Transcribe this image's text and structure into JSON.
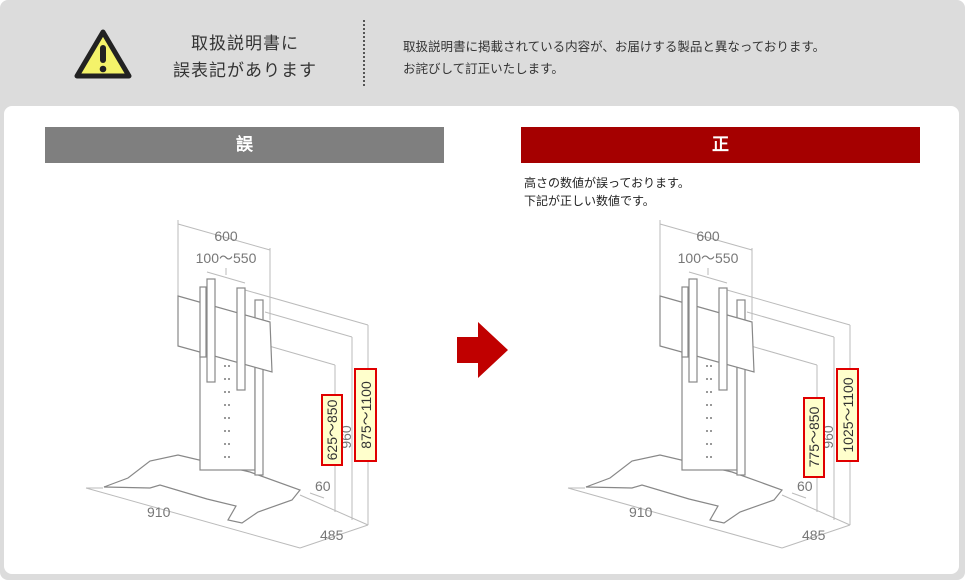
{
  "notice": {
    "title_line1": "取扱説明書に",
    "title_line2": "誤表記があります",
    "body_line1": "取扱説明書に掲載されている内容が、お届けする製品と異なっております。",
    "body_line2": "お詫びして訂正いたします。"
  },
  "wrong": {
    "header": "誤",
    "dims": {
      "width": "600",
      "vesa": "100〜550",
      "base_height": "60",
      "depth_w": "910",
      "depth": "485",
      "total": "960",
      "range_low": "625〜850",
      "range_high": "875〜1100"
    }
  },
  "correct": {
    "header": "正",
    "note_line1": "高さの数値が誤っております。",
    "note_line2": "下記が正しい数値です。",
    "dims": {
      "width": "600",
      "vesa": "100〜550",
      "base_height": "60",
      "depth_w": "910",
      "depth": "485",
      "total": "960",
      "range_low": "775〜850",
      "range_high": "1025〜1100"
    }
  },
  "colors": {
    "wrong": "#7f7f7f",
    "correct": "#a50000",
    "highlight": "#ffffcc",
    "box_border": "#e00000"
  }
}
